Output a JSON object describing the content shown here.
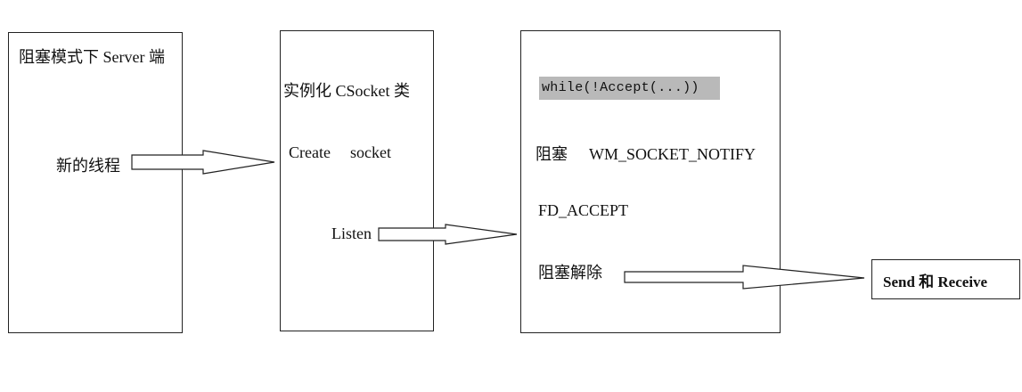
{
  "server_box": {
    "title": "阻塞模式下 Server 端",
    "new_thread_label": "新的线程"
  },
  "csocket_box": {
    "instantiate_label": "实例化 CSocket 类",
    "create_label": "Create",
    "socket_label": "socket",
    "listen_label": "Listen"
  },
  "accept_box": {
    "accept_loop_code": "while(!Accept(...))",
    "block_label": "阻塞",
    "socket_notify_label": "WM_SOCKET_NOTIFY",
    "fd_accept_label": "FD_ACCEPT",
    "unblock_label": "阻塞解除"
  },
  "send_receive_box": {
    "label": "Send 和 Receive"
  },
  "colors": {
    "line": "#222222",
    "code_highlight": "#b9b9b9",
    "background": "#ffffff"
  }
}
